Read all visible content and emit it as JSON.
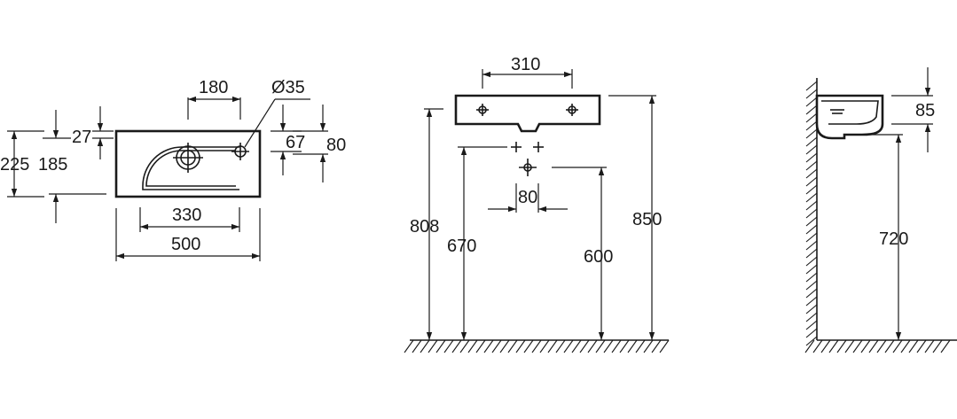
{
  "colors": {
    "line": "#1a1a1a",
    "background": "#ffffff"
  },
  "top_view": {
    "dim_180": "180",
    "dim_diameter": "Ø35",
    "dim_27": "27",
    "dim_67": "67",
    "dim_80": "80",
    "dim_225": "225",
    "dim_185": "185",
    "dim_330": "330",
    "dim_500": "500"
  },
  "front_view": {
    "dim_310": "310",
    "dim_80": "80",
    "dim_808": "808",
    "dim_670": "670",
    "dim_600": "600",
    "dim_850": "850"
  },
  "side_view": {
    "dim_85": "85",
    "dim_720": "720"
  }
}
